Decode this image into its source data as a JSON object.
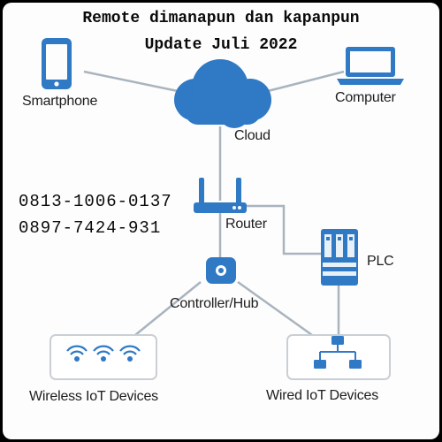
{
  "header": {
    "line1": "Remote dimanapun dan kapanpun",
    "line2": "Update Juli 2022"
  },
  "contacts": {
    "phone1": "0813-1006-0137",
    "phone2": "0897-7424-931"
  },
  "nodes": {
    "smartphone": "Smartphone",
    "computer": "Computer",
    "cloud": "Cloud",
    "router": "Router",
    "plc": "PLC",
    "controller": "Controller/Hub",
    "wireless": "Wireless IoT Devices",
    "wired": "Wired IoT Devices"
  },
  "colors": {
    "accent": "#2f79c5",
    "line": "#a9b4be",
    "box_border": "#c9cfd5"
  }
}
